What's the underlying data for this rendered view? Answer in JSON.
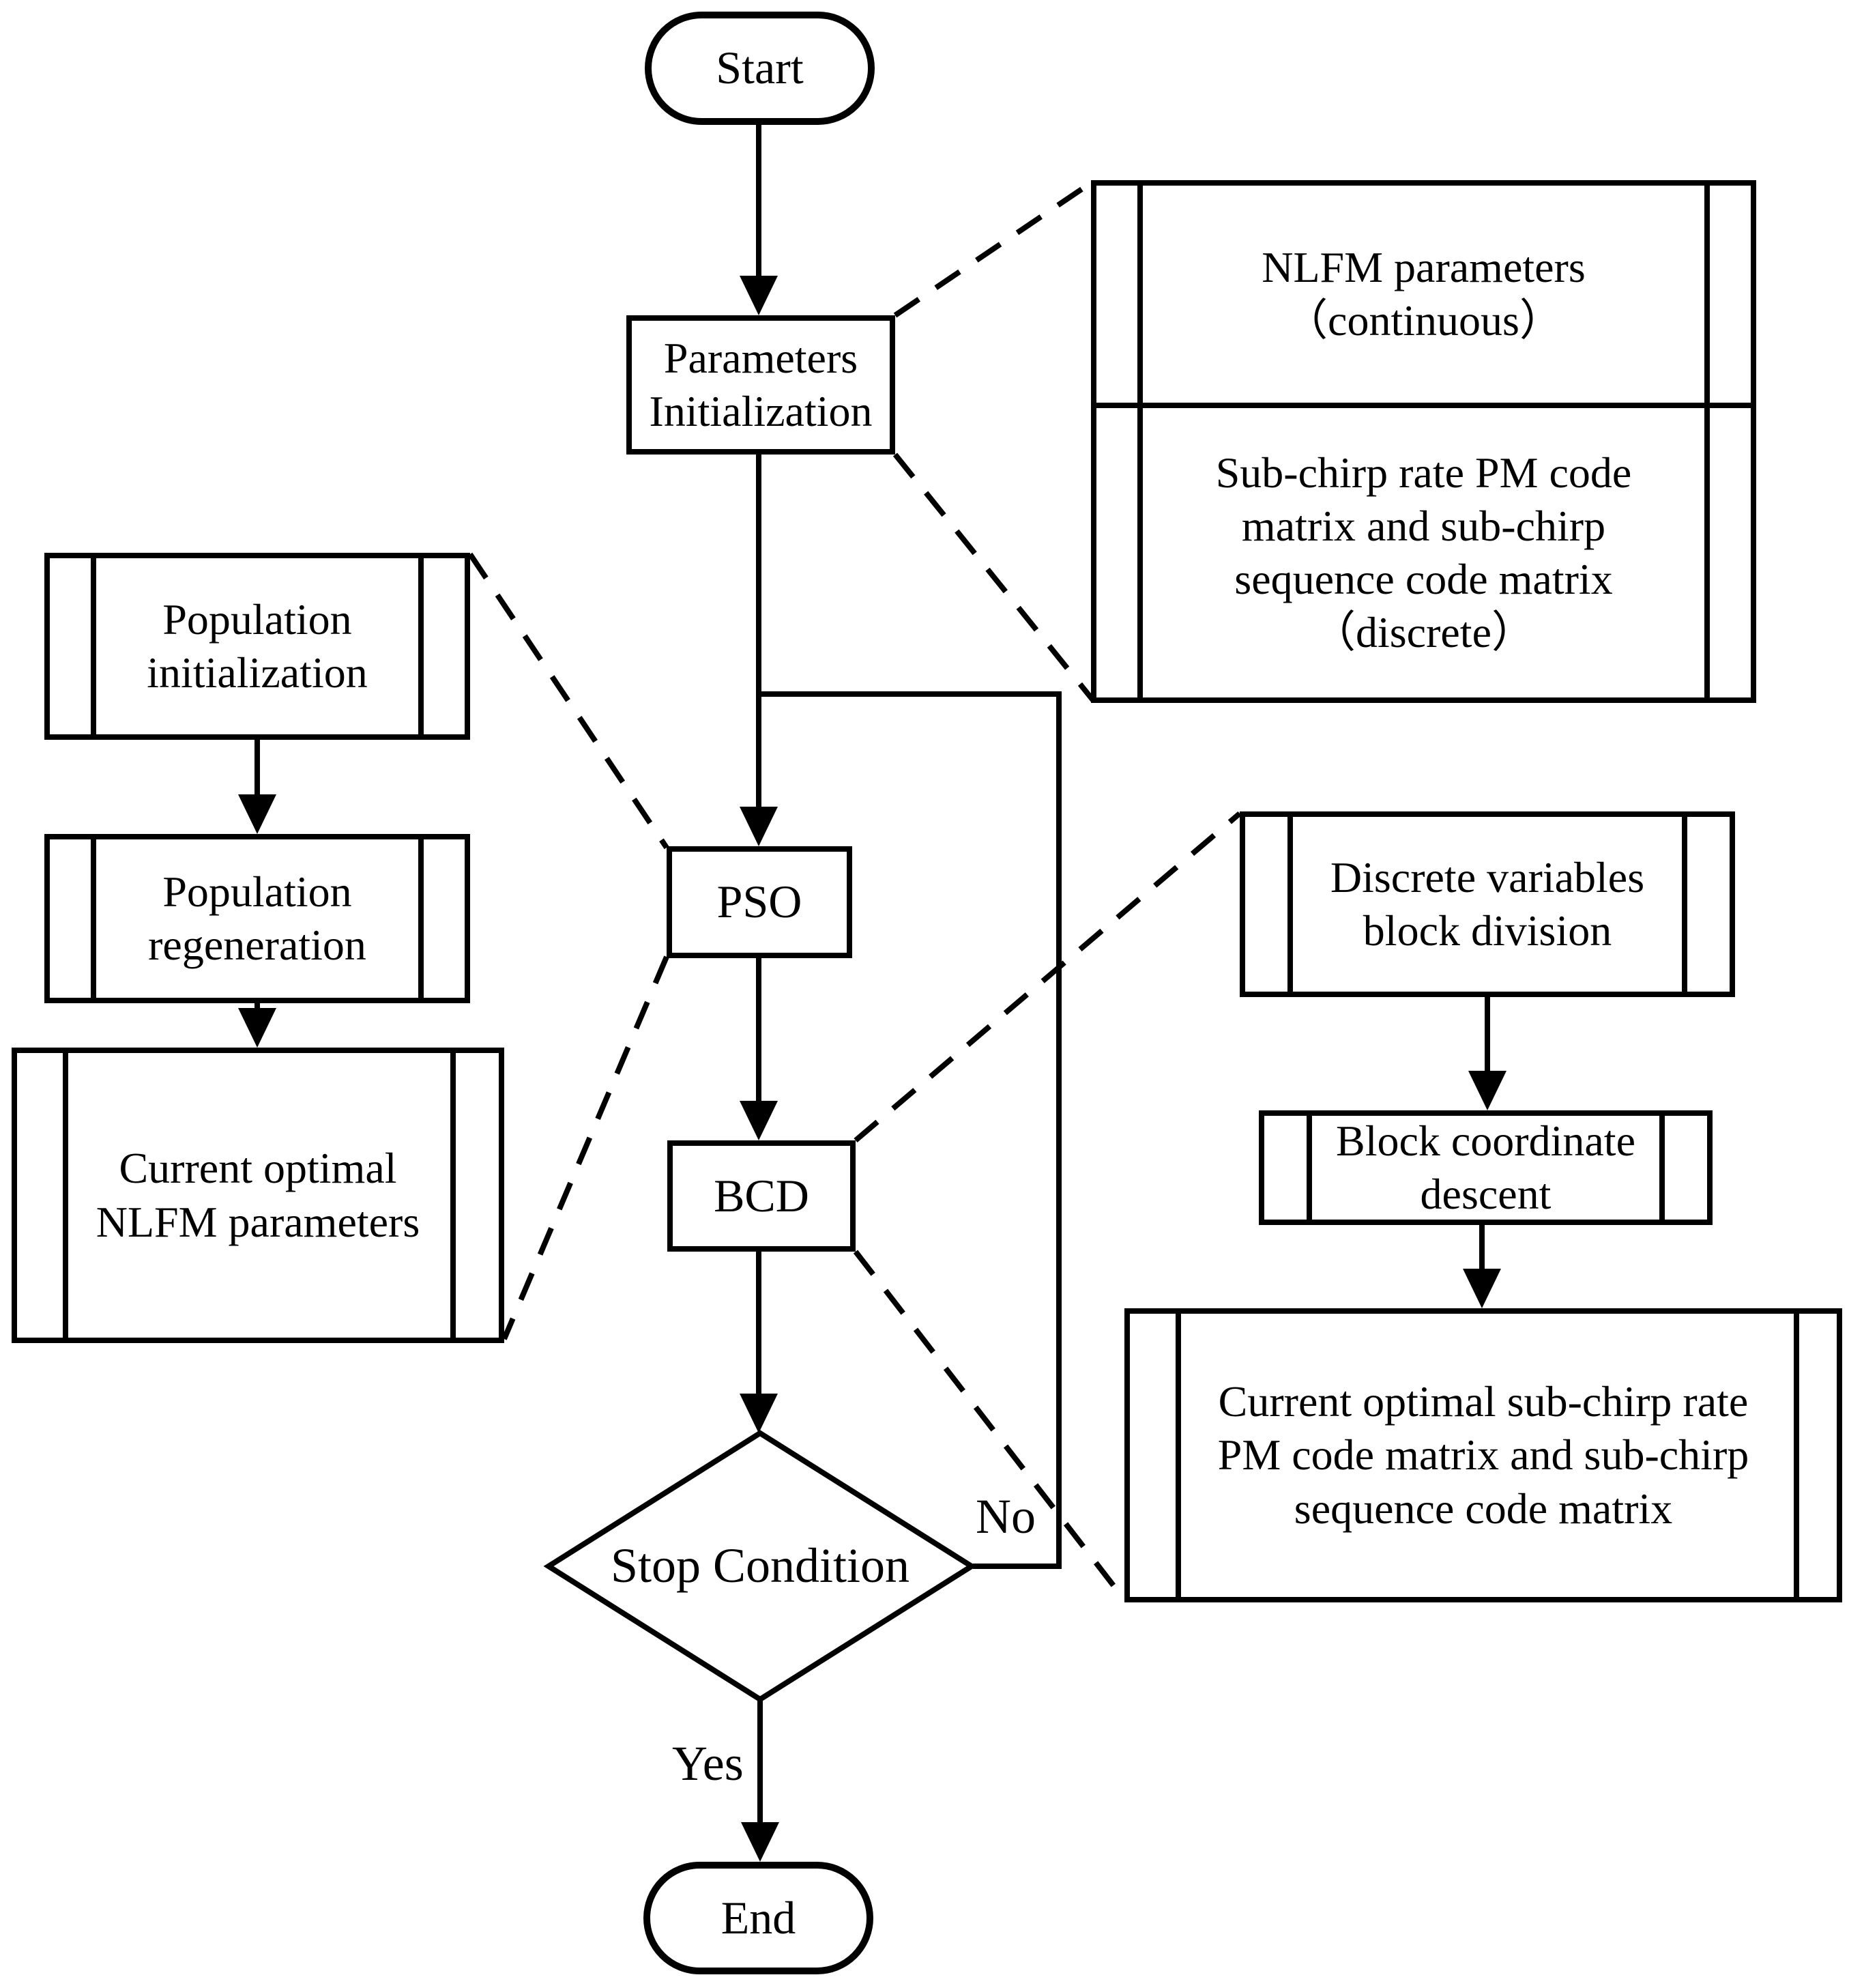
{
  "diagram": {
    "type": "flowchart",
    "colors": {
      "stroke": "#000000",
      "background": "#ffffff"
    },
    "nodes": {
      "start": {
        "label": "Start"
      },
      "parameters_initialization": {
        "line1": "Parameters",
        "line2": "Initialization"
      },
      "init_detail_top": {
        "line1": "NLFM parameters",
        "line2": "（continuous）"
      },
      "init_detail_bottom": {
        "line1": "Sub-chirp rate PM code",
        "line2": "matrix and sub-chirp",
        "line3": "sequence code matrix",
        "line4": "（discrete）"
      },
      "population_initialization": {
        "line1": "Population",
        "line2": "initialization"
      },
      "population_regeneration": {
        "line1": "Population",
        "line2": "regeneration"
      },
      "current_optimal_nlfm": {
        "line1": "Current optimal",
        "line2": "NLFM parameters"
      },
      "pso": {
        "label": "PSO"
      },
      "bcd": {
        "label": "BCD"
      },
      "discrete_variables": {
        "line1": "Discrete variables",
        "line2": "block division"
      },
      "block_coordinate_descent": {
        "line1": "Block coordinate",
        "line2": "descent"
      },
      "current_optimal_subchirp": {
        "line1": "Current optimal sub-chirp rate",
        "line2": "PM code matrix and sub-chirp",
        "line3": "sequence code matrix"
      },
      "stop_condition": {
        "label": "Stop Condition"
      },
      "end": {
        "label": "End"
      }
    },
    "edge_labels": {
      "no": "No",
      "yes": "Yes"
    }
  }
}
